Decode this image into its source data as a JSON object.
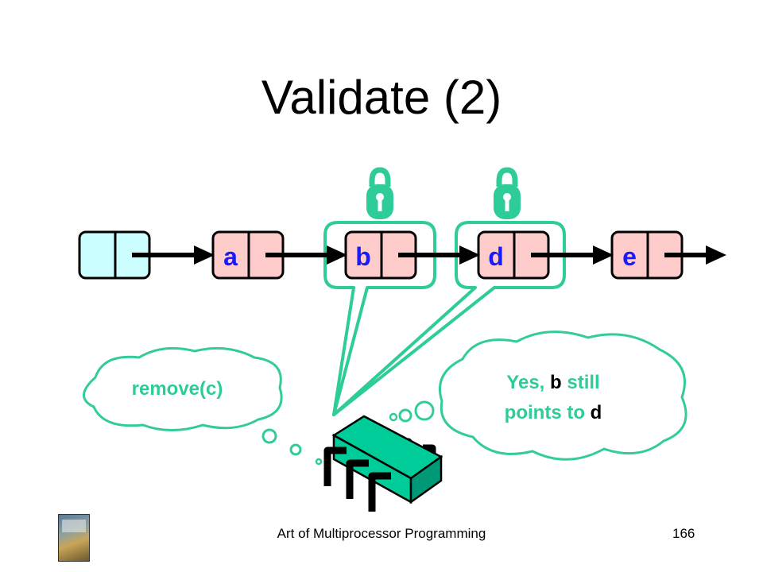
{
  "slide": {
    "title": "Validate (2)",
    "footer_text": "Art of Multiprocessor Programming",
    "page_number": "166"
  },
  "nodes": [
    {
      "label": "",
      "fill": "#ccffff",
      "locked": false
    },
    {
      "label": "a",
      "fill": "#ffcccc",
      "locked": false
    },
    {
      "label": "b",
      "fill": "#ffcccc",
      "locked": true
    },
    {
      "label": "d",
      "fill": "#ffcccc",
      "locked": true
    },
    {
      "label": "e",
      "fill": "#ffcccc",
      "locked": false
    }
  ],
  "thought_left": {
    "text": "remove(c)"
  },
  "thought_right": {
    "line1_prefix": "Yes, ",
    "line1_node": "b",
    "line1_suffix": " still",
    "line2_prefix": "points to ",
    "line2_node": "d"
  },
  "colors": {
    "highlight": "#2ecc99",
    "label_blue": "#1a1aff",
    "chip": "#00cc99",
    "cloud_stroke": "#33cc99"
  }
}
